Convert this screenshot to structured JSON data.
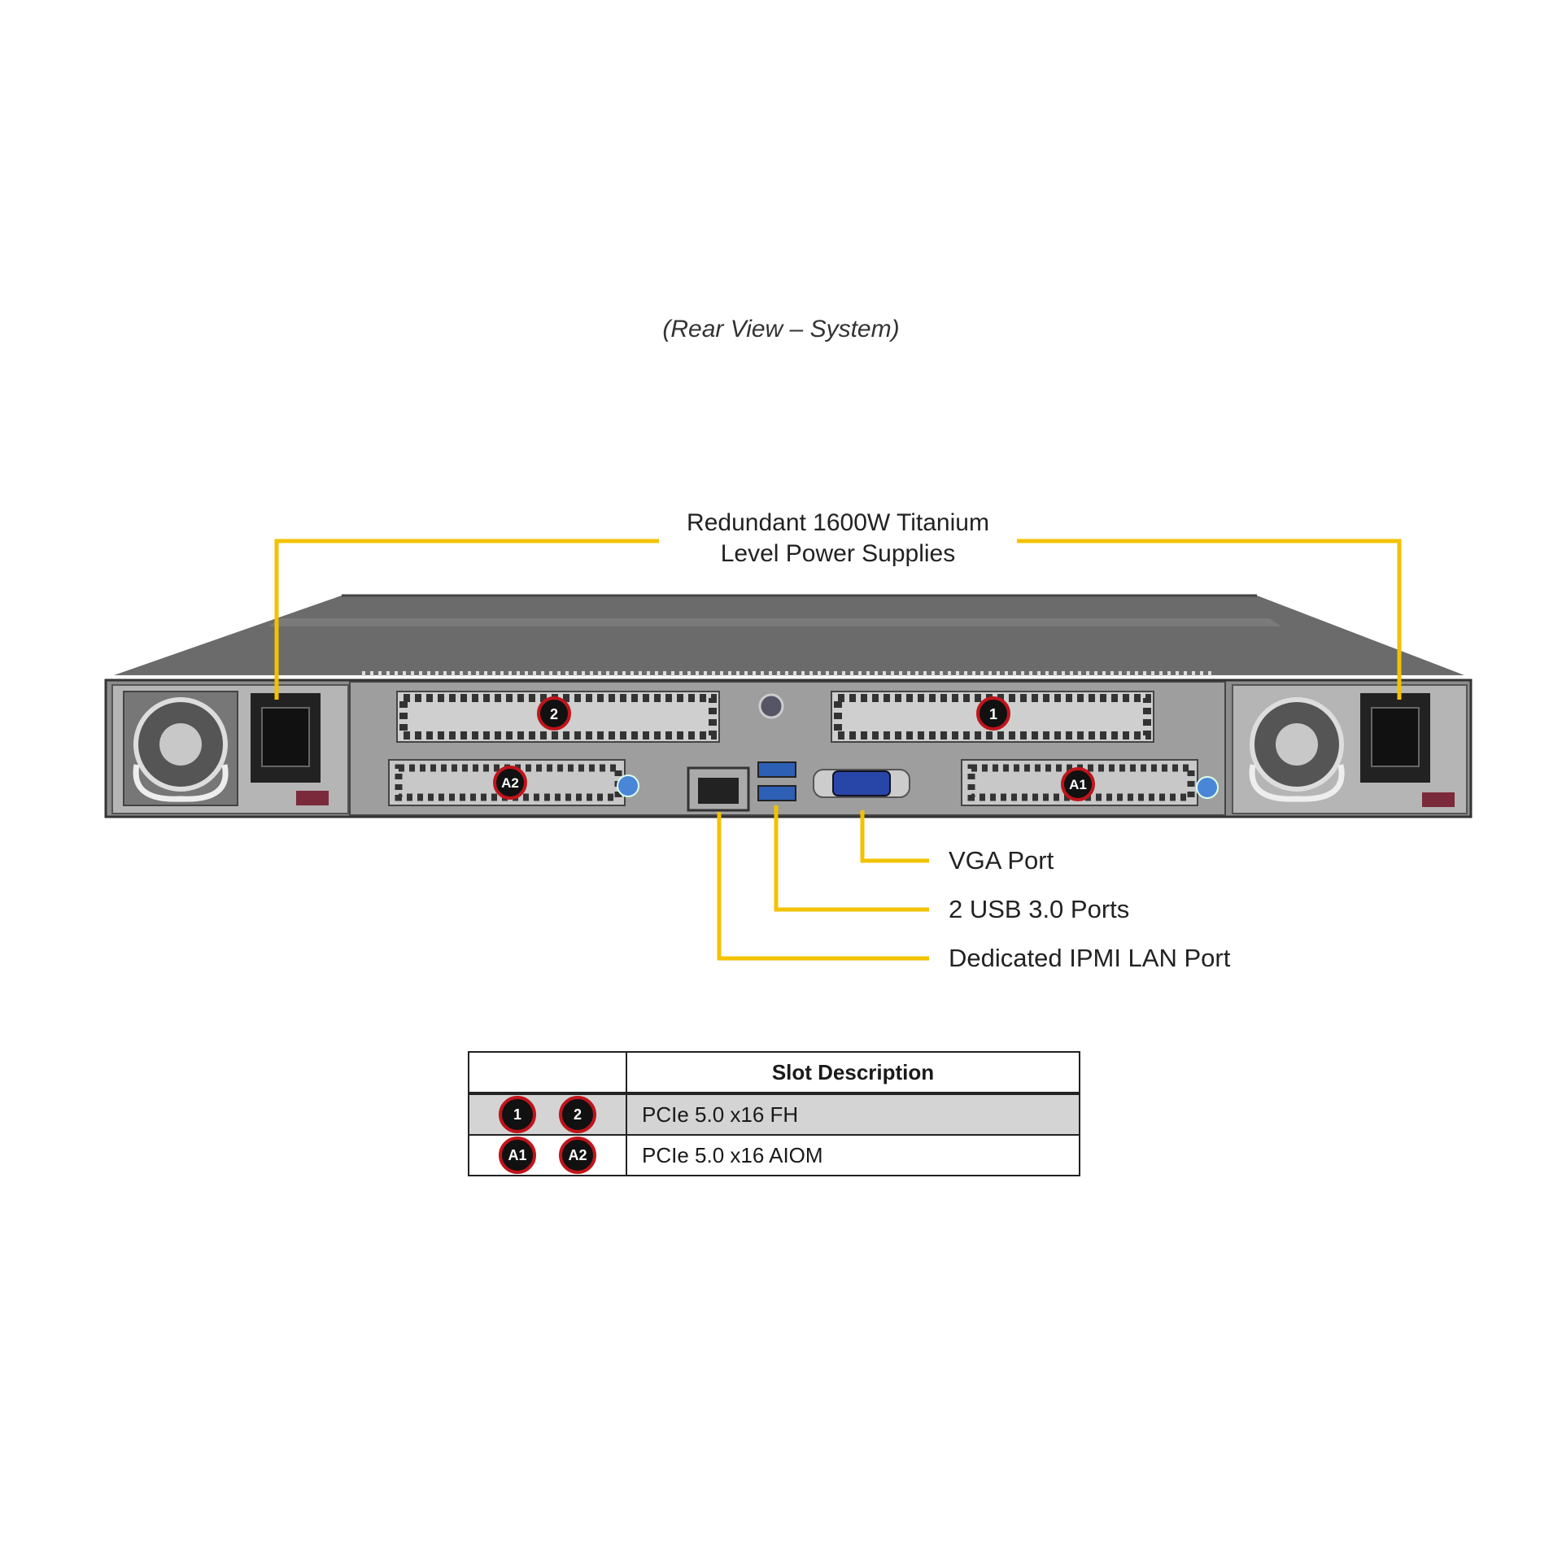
{
  "caption": "(Rear View – System)",
  "callouts": {
    "psu_line1": "Redundant  1600W Titanium",
    "psu_line2": "Level Power Supplies",
    "vga": "VGA Port",
    "usb": "2 USB 3.0 Ports",
    "ipmi": "Dedicated IPMI  LAN Port"
  },
  "slot_badges": {
    "slot1": "1",
    "slot2": "2",
    "slotA1": "A1",
    "slotA2": "A2"
  },
  "table": {
    "header": "Slot Description",
    "rows": [
      {
        "badges": [
          "1",
          "2"
        ],
        "description": "PCIe  5.0  x16 FH"
      },
      {
        "badges": [
          "A1",
          "A2"
        ],
        "description": "PCIe  5.0  x16  AIOM"
      }
    ]
  },
  "colors": {
    "callout_line": "#f2c200",
    "badge_fill": "#111111",
    "badge_ring": "#c0141b",
    "chassis": "#5a5a5a",
    "table_shade": "#d4d4d4"
  }
}
